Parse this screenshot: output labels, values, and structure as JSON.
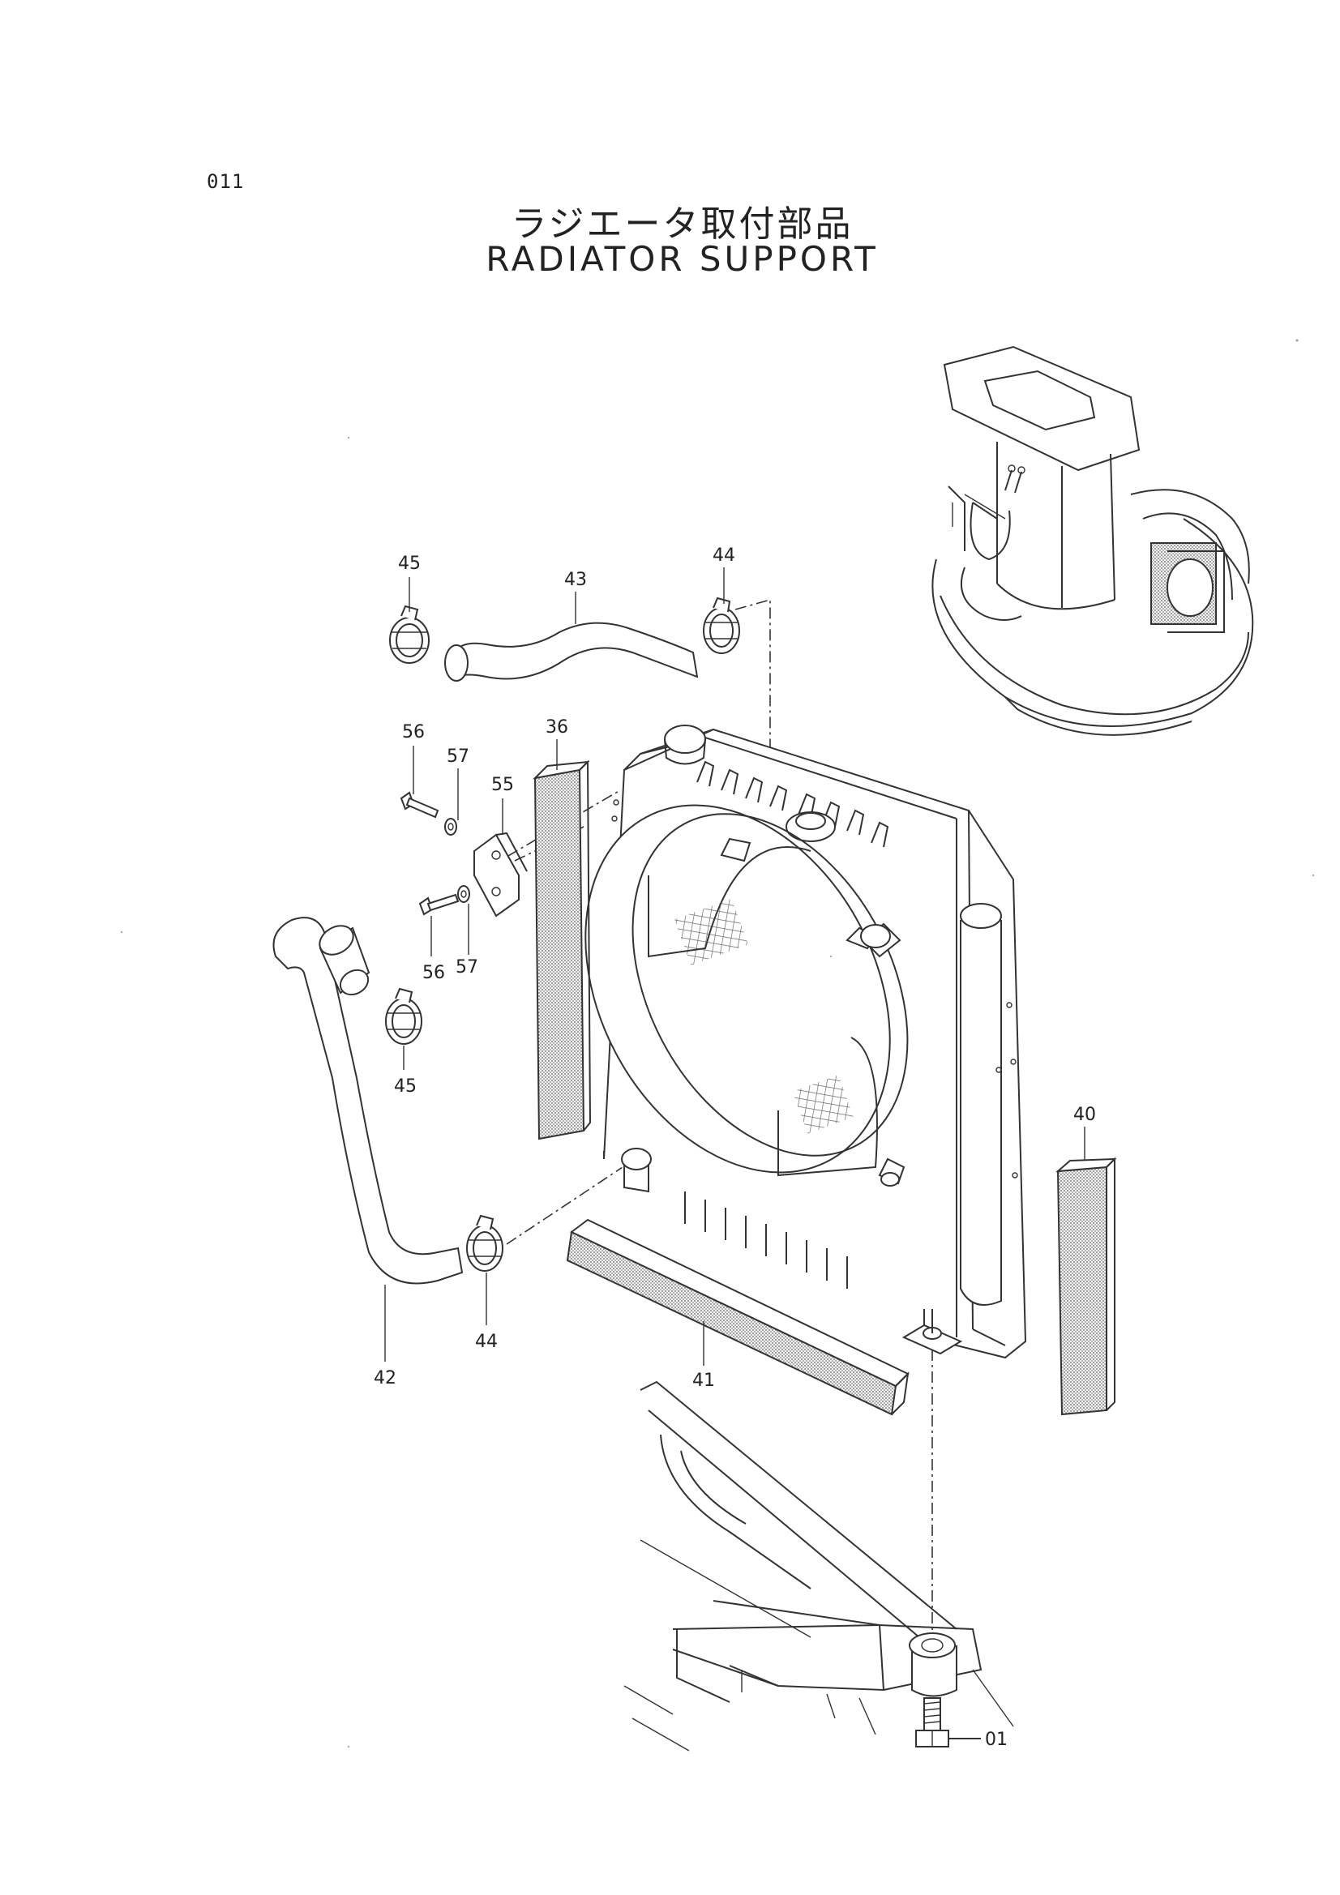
{
  "page": {
    "code": "011",
    "title_jp": "ラジエータ取付部品",
    "title_en": "RADIATOR  SUPPORT"
  },
  "callouts": [
    {
      "id": "c45a",
      "label": "45"
    },
    {
      "id": "c43",
      "label": "43"
    },
    {
      "id": "c44a",
      "label": "44"
    },
    {
      "id": "c56a",
      "label": "56"
    },
    {
      "id": "c57a",
      "label": "57"
    },
    {
      "id": "c55",
      "label": "55"
    },
    {
      "id": "c36",
      "label": "36"
    },
    {
      "id": "c56b",
      "label": "56"
    },
    {
      "id": "c57b",
      "label": "57"
    },
    {
      "id": "c45b",
      "label": "45"
    },
    {
      "id": "c40",
      "label": "40"
    },
    {
      "id": "c44b",
      "label": "44"
    },
    {
      "id": "c41",
      "label": "41"
    },
    {
      "id": "c42",
      "label": "42"
    },
    {
      "id": "c01",
      "label": "01"
    }
  ]
}
